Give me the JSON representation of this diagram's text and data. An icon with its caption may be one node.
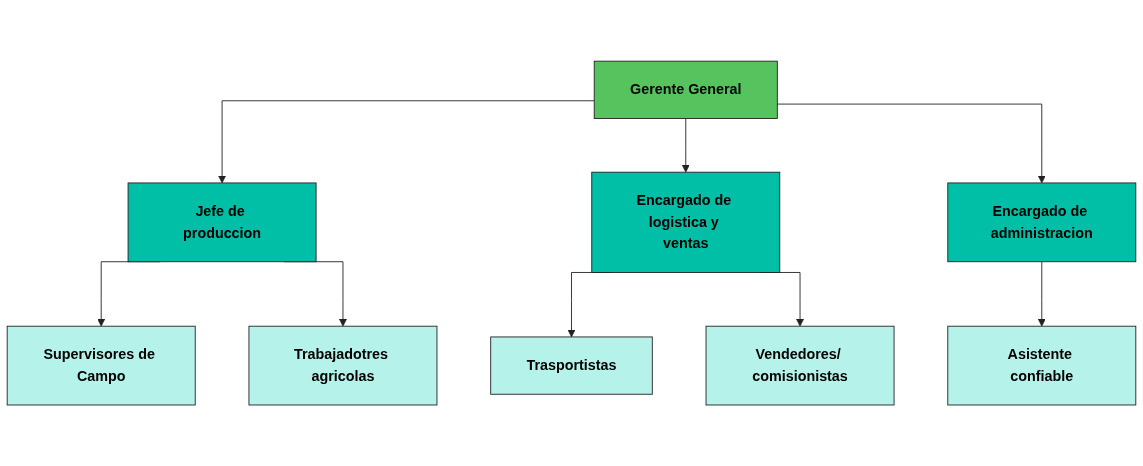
{
  "diagram": {
    "nodes": [
      {
        "text": [
          "Gerente General"
        ]
      },
      {
        "text": [
          "Jefe de produccion"
        ]
      },
      {
        "text": [
          "Encargado de logistica y ventas"
        ]
      },
      {
        "text": [
          "Encargado de administracion"
        ]
      },
      {
        "text": [
          "Supervisores de Campo"
        ]
      },
      {
        "text": [
          "Trabajadotres agricolas"
        ]
      },
      {
        "text": [
          "Trasportistas"
        ]
      },
      {
        "text": [
          "Vendedores/ comisionistas"
        ]
      },
      {
        "text": [
          "Asistente confiable"
        ]
      }
    ],
    "edges": [
      {
        "from": 0,
        "to": 1,
        "arrow": "to"
      },
      {
        "from": 0,
        "to": 2,
        "arrow": "to"
      },
      {
        "from": 0,
        "to": 3,
        "arrow": "to"
      },
      {
        "from": 1,
        "to": 4,
        "arrow": "to"
      },
      {
        "from": 1,
        "to": 5,
        "arrow": "to"
      },
      {
        "from": 2,
        "to": 6,
        "arrow": "to"
      },
      {
        "from": 2,
        "to": 7,
        "arrow": "to"
      },
      {
        "from": 3,
        "to": 8,
        "arrow": "to"
      }
    ]
  }
}
